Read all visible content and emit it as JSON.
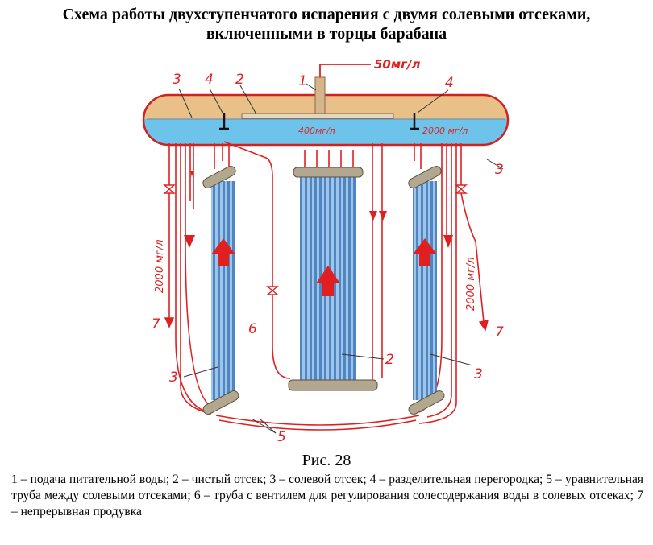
{
  "title_line1": "Схема работы двухступенчатого испарения с двумя солевыми отсеками,",
  "title_line2": "включенными в торцы барабана",
  "figure_caption": "Рис. 28",
  "legend_text": "1 – подача питательной воды; 2 – чистый отсек; 3 – солевой отсек; 4 – разделительная перегородка; 5 – уравнительная труба между солевыми отсеками; 6 – труба с вентилем для регулирования солесодержания воды в солевых отсеках; 7 – непрерывная продувка",
  "diagram": {
    "feed_concentration": "50мг/л",
    "clean_concentration": "400мг/л",
    "salt_concentration": "2000 мг/л",
    "blowdown_left": "2000 мг/л",
    "blowdown_right": "2000 мг/л",
    "labels": {
      "n1": "1",
      "n2_top": "2",
      "n2_center": "2",
      "n3_top_left": "3",
      "n3_right_drum": "3",
      "n3_left": "3",
      "n3_right": "3",
      "n4_left": "4",
      "n4_right": "4",
      "n5": "5",
      "n6": "6",
      "n7_left": "7",
      "n7_right": "7"
    },
    "colors": {
      "steam": "#e8c088",
      "water": "#6ec3ea",
      "pipe": "#e02020",
      "tubes": "#5c90c8",
      "header": "#b2a890"
    }
  }
}
